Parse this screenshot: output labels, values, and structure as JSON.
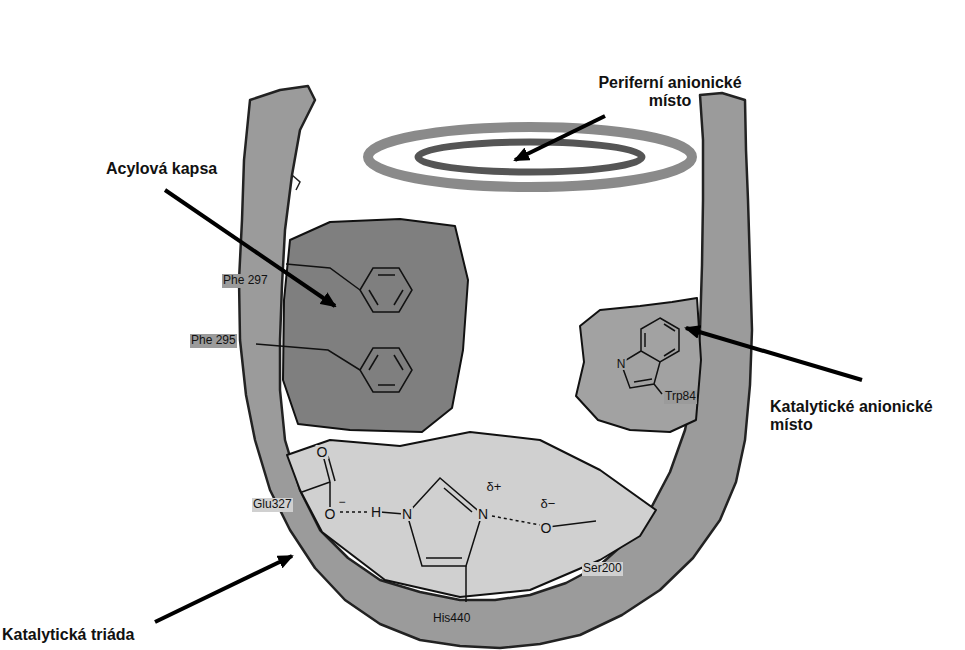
{
  "diagram": {
    "labels": [
      "Periferní anionické místo",
      "Acylová kapsa",
      "Phe 297",
      "Phe 295",
      "Katalytické anionické místo",
      "Trp84",
      "N",
      "O",
      "O",
      "−",
      "Glu327",
      "H",
      "N",
      "N",
      "δ+",
      "δ−",
      "O",
      "Ser200",
      "His440",
      "Katalytická triáda"
    ]
  }
}
